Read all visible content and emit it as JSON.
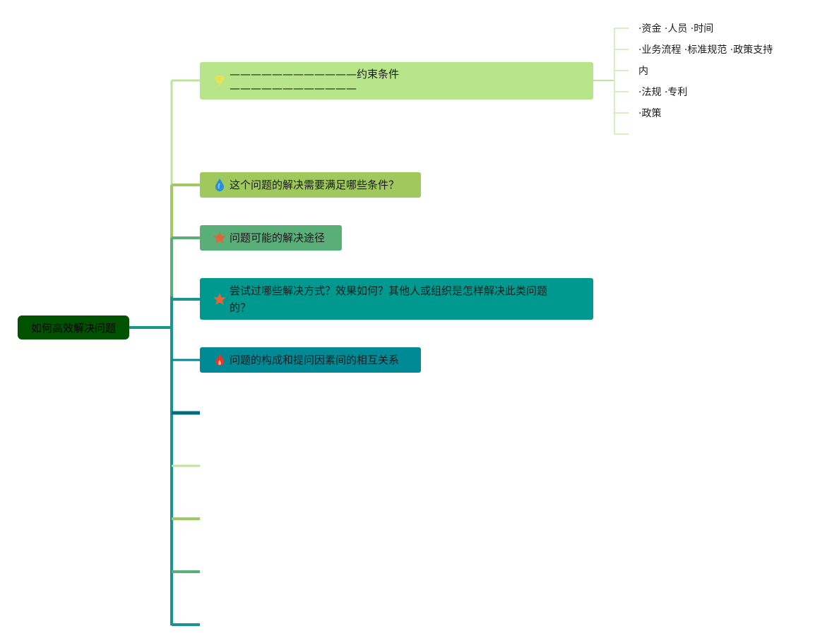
{
  "root": {
    "label": "如何高效解决问题",
    "color": "#005200"
  },
  "branches": [
    {
      "label_line1": "————————————约束条件",
      "label_line2": "————————————",
      "icon": "diamond-icon",
      "bg": "#b9e58a",
      "children": [
        "·资金 ·人员 ·时间",
        "·业务流程 ·标准规范 ·政策支持",
        "内",
        "·法规 ·专利",
        "·政策",
        ""
      ]
    },
    {
      "label": "这个问题的解决需要满足哪些条件？",
      "icon": "water-drop-icon",
      "bg": "#9fc95c"
    },
    {
      "label": "问题可能的解决途径",
      "icon": "star-icon",
      "bg": "#5aae78"
    },
    {
      "label_line1": "尝试过哪些解决方式？效果如何？其他人或组织是怎样解决此类问题",
      "label_line2": "的？",
      "icon": "star-icon",
      "bg": "#009990"
    },
    {
      "label": "问题的构成和提问因素间的相互关系",
      "icon": "fire-icon",
      "bg": "#008a96"
    }
  ],
  "colors": {
    "connector_teal": "#1a958e",
    "connector_green_light": "#bfe39a",
    "connector_green": "#a1c963",
    "connector_mid": "#5aae78",
    "connector_dark": "#016c7b"
  }
}
